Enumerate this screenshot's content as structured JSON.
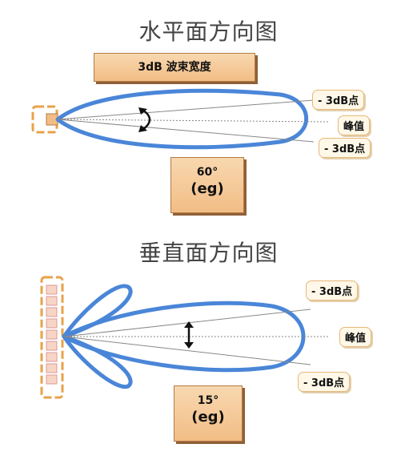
{
  "horizontal": {
    "title": "水平面方向图",
    "beamwidth_label": "3dB 波束宽度",
    "angle_value": "60°",
    "angle_note": "(eg)",
    "callout_upper": "- 3dB点",
    "callout_peak": "峰值",
    "callout_lower": "- 3dB点"
  },
  "vertical": {
    "title": "垂直面方向图",
    "angle_value": "15°",
    "angle_note": "(eg)",
    "callout_upper": "- 3dB点",
    "callout_peak": "峰值",
    "callout_lower": "- 3dB点"
  },
  "colors": {
    "lobe": "#4a86d8",
    "box_fill": "#f2bd85",
    "antenna": "#e8a24a"
  },
  "icons": [
    "antenna-horizontal-icon",
    "antenna-array-icon",
    "double-arrow-icon"
  ]
}
